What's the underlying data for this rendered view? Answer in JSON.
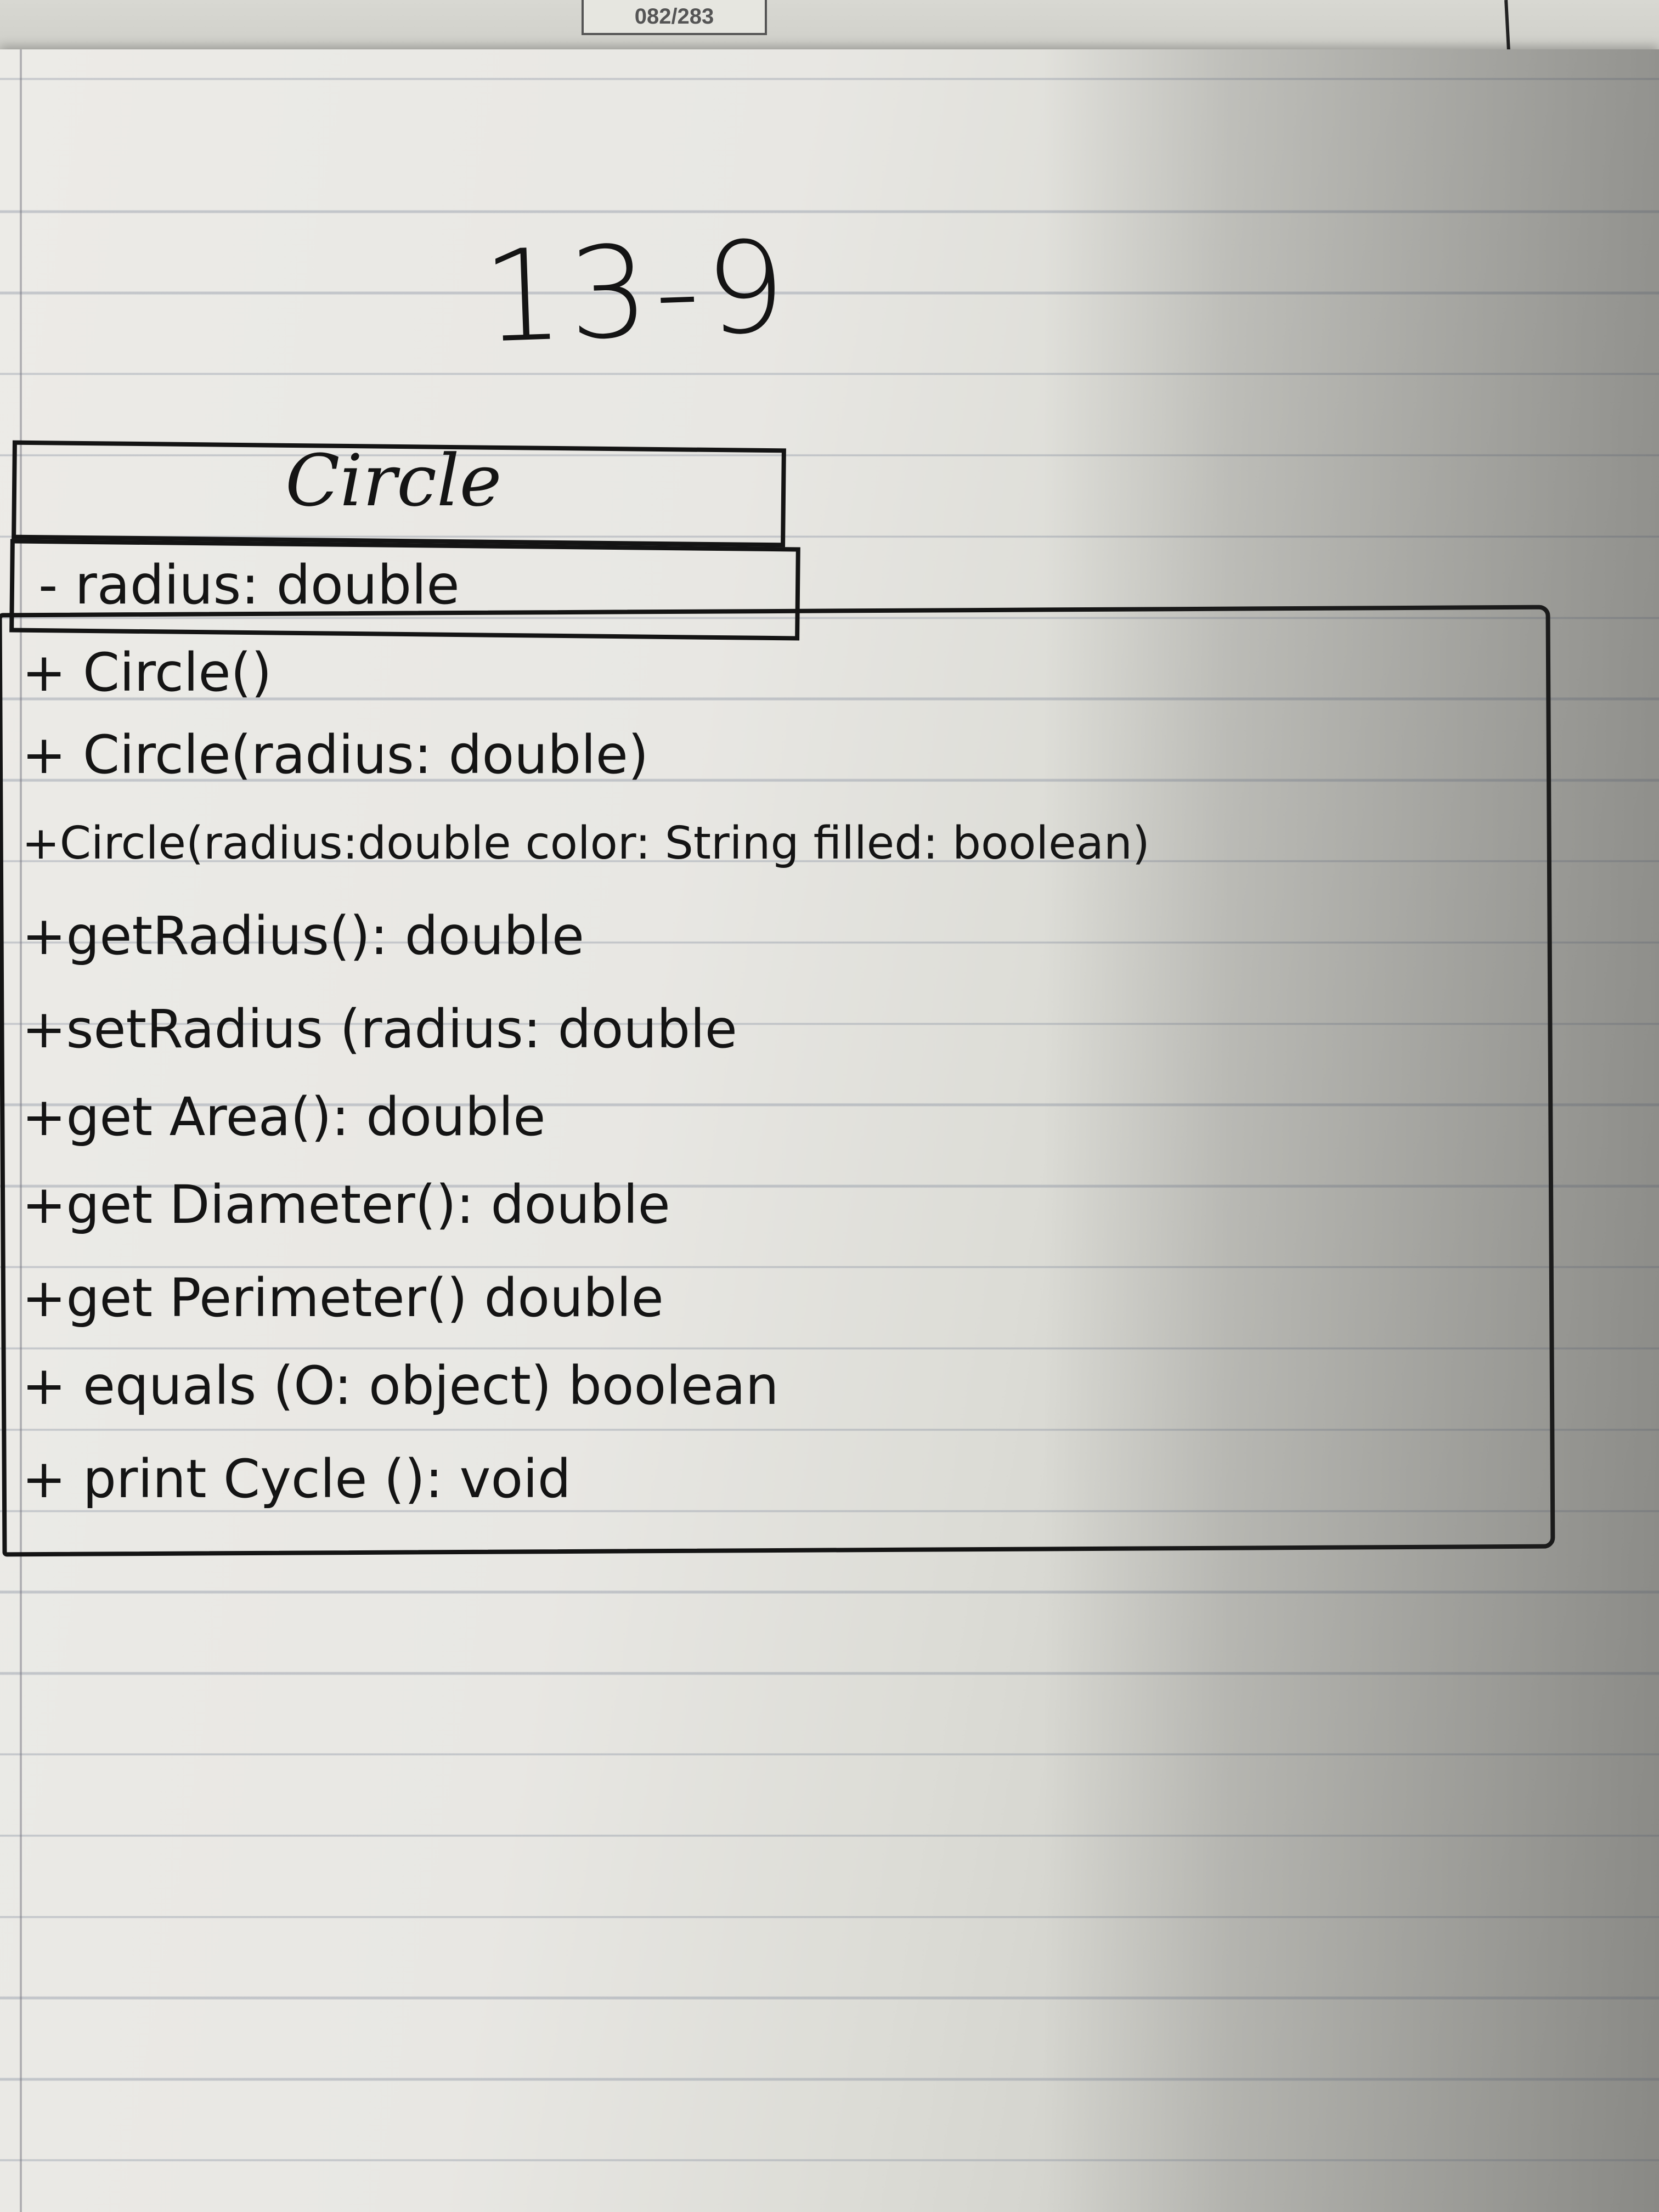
{
  "page_tab": "082/283",
  "title": "13-9",
  "uml_class": {
    "name": "Circle",
    "attributes": [
      "- radius: double"
    ],
    "operations": [
      "+ Circle()",
      "+ Circle(radius: double)",
      "+Circle(radius:double color: String filled: boolean)",
      "+getRadius(): double",
      "+setRadius (radius: double",
      "+get Area(): double",
      "+get Diameter(): double",
      "+get Perimeter() double",
      "+ equals (O: object) boolean",
      "+ print Cycle (): void"
    ]
  }
}
